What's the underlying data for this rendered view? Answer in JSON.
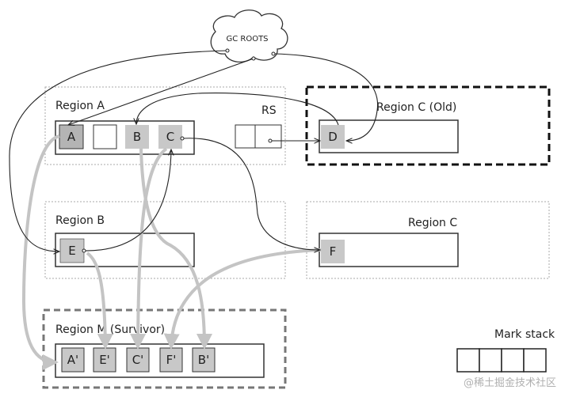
{
  "gc_roots": {
    "label": "GC ROOTS"
  },
  "regions": {
    "region_a": {
      "label": "Region A",
      "objects": [
        "A",
        "",
        "B",
        "C"
      ],
      "rs_label": "RS"
    },
    "region_c_old": {
      "label": "Region C (Old)",
      "objects": [
        "D"
      ]
    },
    "region_b": {
      "label": "Region B",
      "objects": [
        "E"
      ]
    },
    "region_c": {
      "label": "Region C",
      "objects": [
        "F"
      ]
    },
    "region_m": {
      "label": "Region M (Survivor)",
      "objects": [
        "A'",
        "E'",
        "C'",
        "F'",
        "B'"
      ]
    }
  },
  "mark_stack": {
    "label": "Mark stack",
    "slots": 4
  },
  "watermark": "@稀土掘金技术社区",
  "colors": {
    "live_object": "#c8c8c8",
    "root_object": "#b4b4b4",
    "copy_arrow": "#c4c4c4",
    "reference_arrow": "#222222"
  }
}
